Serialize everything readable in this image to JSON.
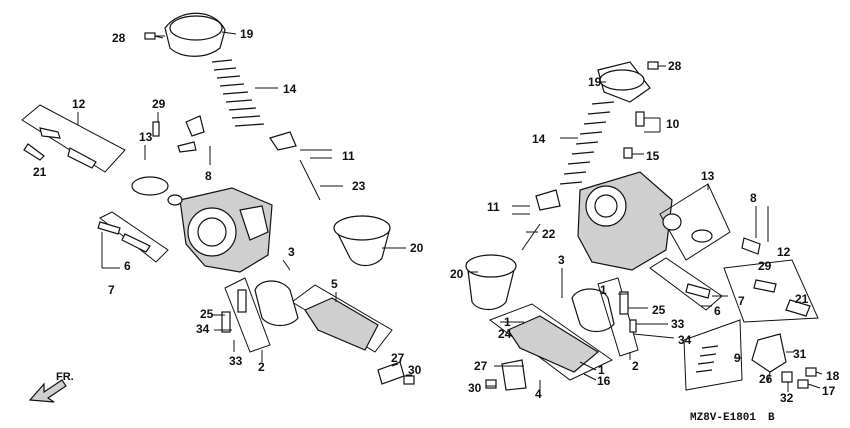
{
  "diagram": {
    "code": "MZ8V-E1801",
    "suffix": "B",
    "direction_label": "FR.",
    "left": {
      "labels": [
        "28",
        "19",
        "14",
        "12",
        "29",
        "13",
        "8",
        "11",
        "21",
        "23",
        "20",
        "6",
        "7",
        "3",
        "5",
        "25",
        "34",
        "33",
        "2",
        "27",
        "30"
      ]
    },
    "right": {
      "labels": [
        "28",
        "19",
        "10",
        "14",
        "15",
        "13",
        "11",
        "8",
        "22",
        "12",
        "20",
        "3",
        "21",
        "29",
        "1",
        "7",
        "25",
        "6",
        "1",
        "24",
        "33",
        "34",
        "2",
        "9",
        "31",
        "27",
        "1",
        "16",
        "30",
        "4",
        "26",
        "18",
        "17",
        "32"
      ]
    }
  }
}
